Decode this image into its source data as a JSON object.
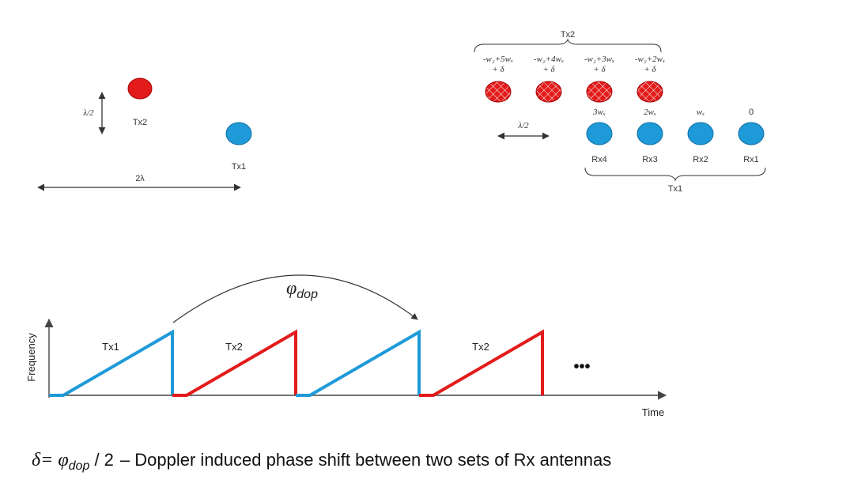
{
  "colors": {
    "tx1": "#1f9ad8",
    "tx2": "#e31b1b",
    "arrow": "#333333",
    "axis": "#444444"
  },
  "left_array": {
    "tx2_label": "Tx2",
    "tx1_label": "Tx1",
    "vertical_spacing_label": "λ/2",
    "horizontal_spacing_label": "2λ"
  },
  "right_array": {
    "tx2_group_label": "Tx2",
    "tx1_group_label": "Tx1",
    "spacing_label": "λ/2",
    "tx2_phases": [
      {
        "line1": "-w₂+5wₓ",
        "line2": "+ δ"
      },
      {
        "line1": "-w₂+4wₓ",
        "line2": "+ δ"
      },
      {
        "line1": "-w₂+3wₓ",
        "line2": "+ δ"
      },
      {
        "line1": "-w₂+2wₓ",
        "line2": "+ δ"
      }
    ],
    "rx_phases": [
      "3wₓ",
      "2wₓ",
      "wₓ",
      "0"
    ],
    "rx_labels": [
      "Rx4",
      "Rx3",
      "Rx2",
      "Rx1"
    ]
  },
  "chirp_plot": {
    "ylabel": "Frequency",
    "xlabel": "Time",
    "phase_label": "φ",
    "phase_subscript": "dop",
    "chirps": [
      {
        "label": "Tx1",
        "tx": "tx1"
      },
      {
        "label": "Tx2",
        "tx": "tx2"
      },
      {
        "label": "",
        "tx": "tx1"
      },
      {
        "label": "Tx2",
        "tx": "tx2"
      }
    ],
    "ellipsis": "•••"
  },
  "caption": {
    "symbol": "δ",
    "formula_mid": "= φ",
    "formula_sub": "dop",
    "formula_end": " / 2",
    "text": "– Doppler induced phase shift between two sets of Rx antennas"
  }
}
